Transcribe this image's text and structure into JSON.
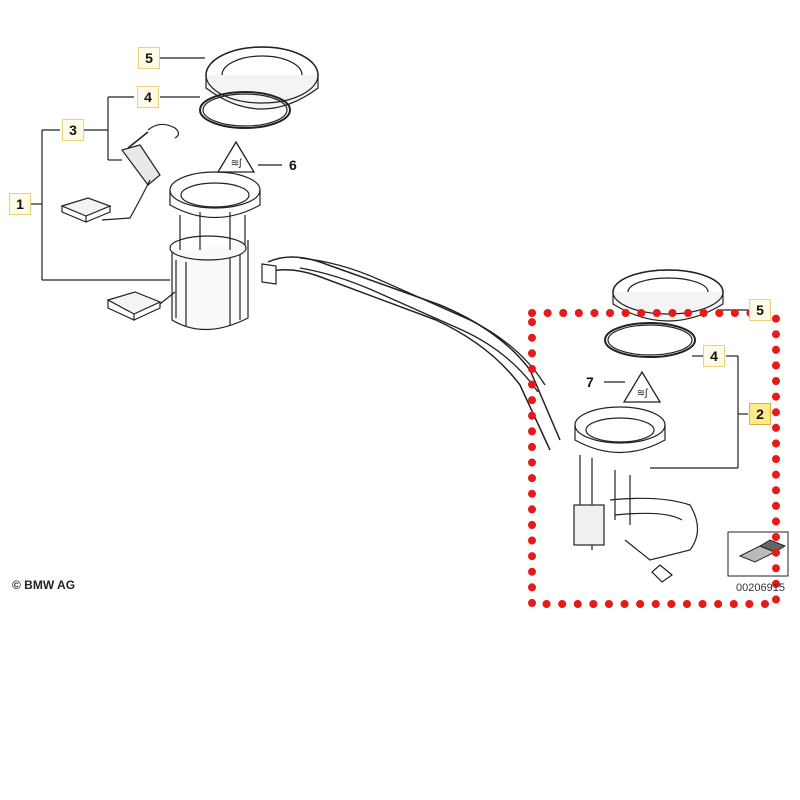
{
  "callouts": {
    "c1": "1",
    "c2": "2",
    "c3": "3",
    "c4_left": "4",
    "c4_right": "4",
    "c5_left": "5",
    "c5_right": "5",
    "c6": "6",
    "c7": "7"
  },
  "copyright": "© BMW AG",
  "doc_number": "00206915",
  "colors": {
    "highlight_border": "#e31b1b",
    "callout_highlight": "#ffe98a"
  }
}
